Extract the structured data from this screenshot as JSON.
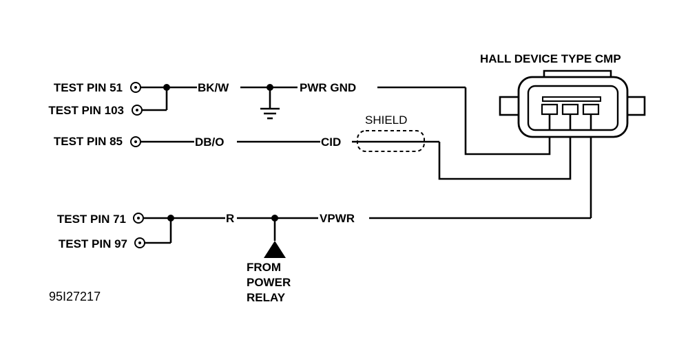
{
  "diagram": {
    "title": "HALL DEVICE TYPE CMP",
    "pins": [
      {
        "label": "TEST PIN 51"
      },
      {
        "label": "TEST PIN 103"
      },
      {
        "label": "TEST PIN 85"
      },
      {
        "label": "TEST PIN 71"
      },
      {
        "label": "TEST PIN 97"
      }
    ],
    "wires": {
      "bkw": "BK/W",
      "pwr_gnd": "PWR GND",
      "dbo": "DB/O",
      "cid": "CID",
      "shield": "SHIELD",
      "r": "R",
      "vpwr": "VPWR"
    },
    "power_source": [
      "FROM",
      "POWER",
      "RELAY"
    ],
    "figure_id": "95I27217"
  }
}
